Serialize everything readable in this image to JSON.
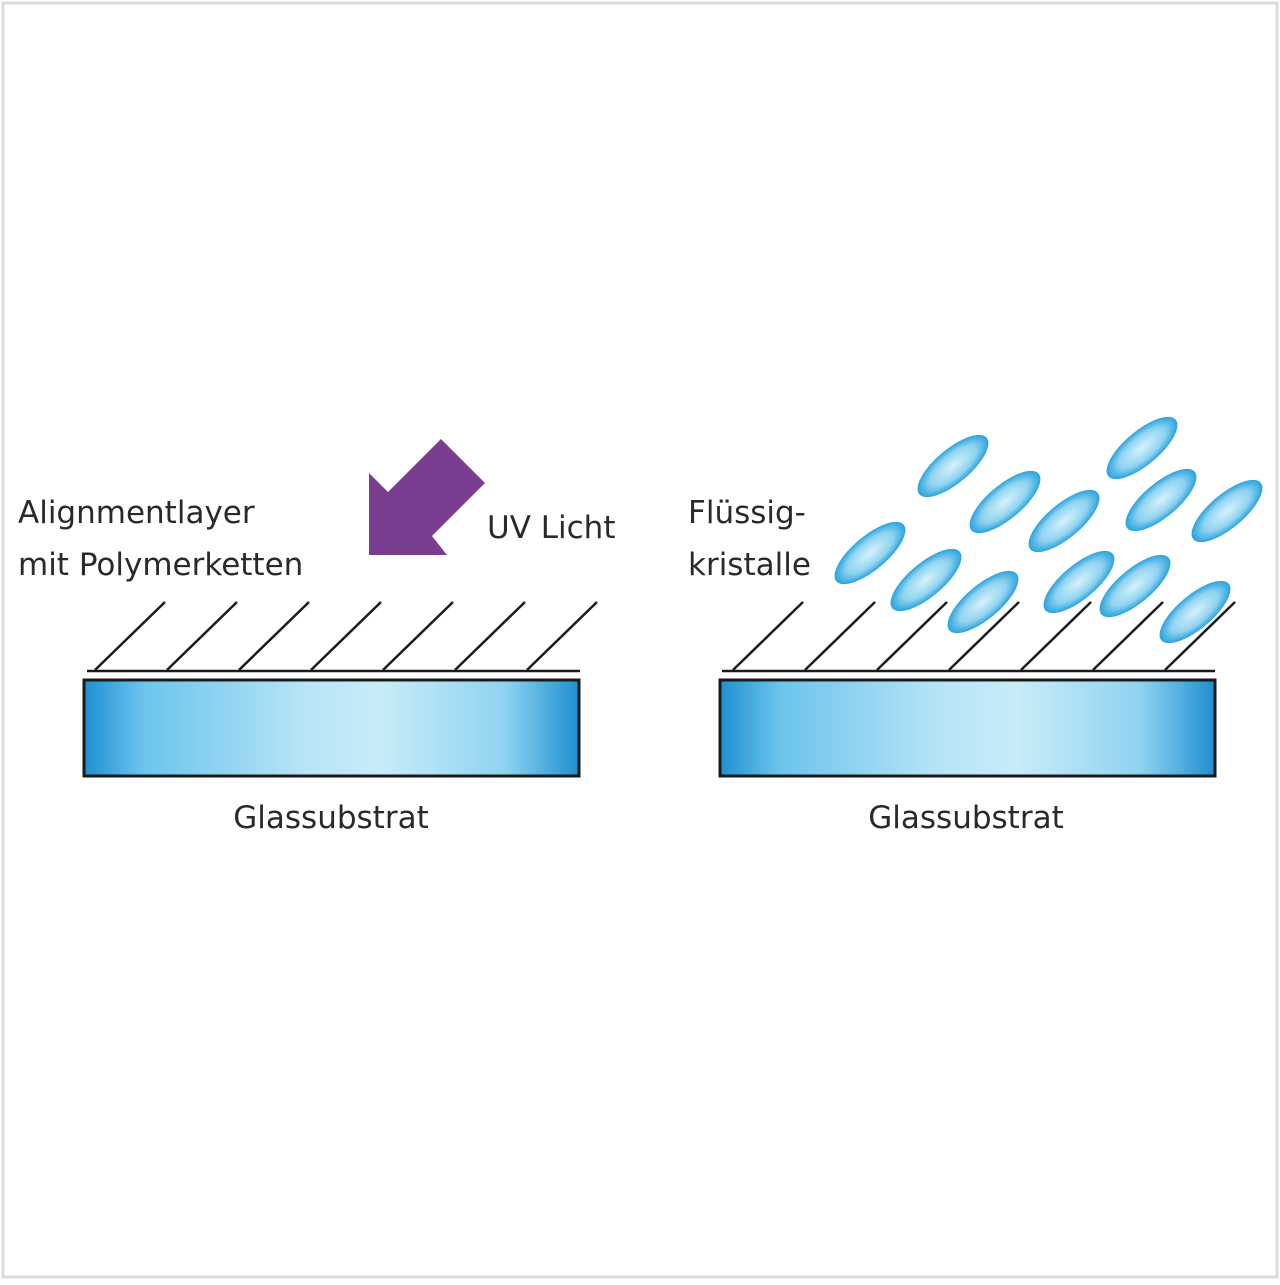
{
  "left_panel": {
    "label_line1": "Alignmentlayer",
    "label_line2": "mit Polymerketten",
    "uv_label": "UV Licht",
    "substrate_label": "Glassubstrat"
  },
  "right_panel": {
    "label_line1": "Flüssig-",
    "label_line2": "kristalle",
    "substrate_label": "Glassubstrat"
  },
  "colors": {
    "border": "#dcdcdc",
    "arrow": "#7a3d8f",
    "substrate_edge": "#1e8fd0",
    "substrate_center": "#c8ecf8",
    "crystal_edge": "#2ba3dc",
    "crystal_center": "#d6f2fb",
    "line": "#1a1a1a"
  }
}
